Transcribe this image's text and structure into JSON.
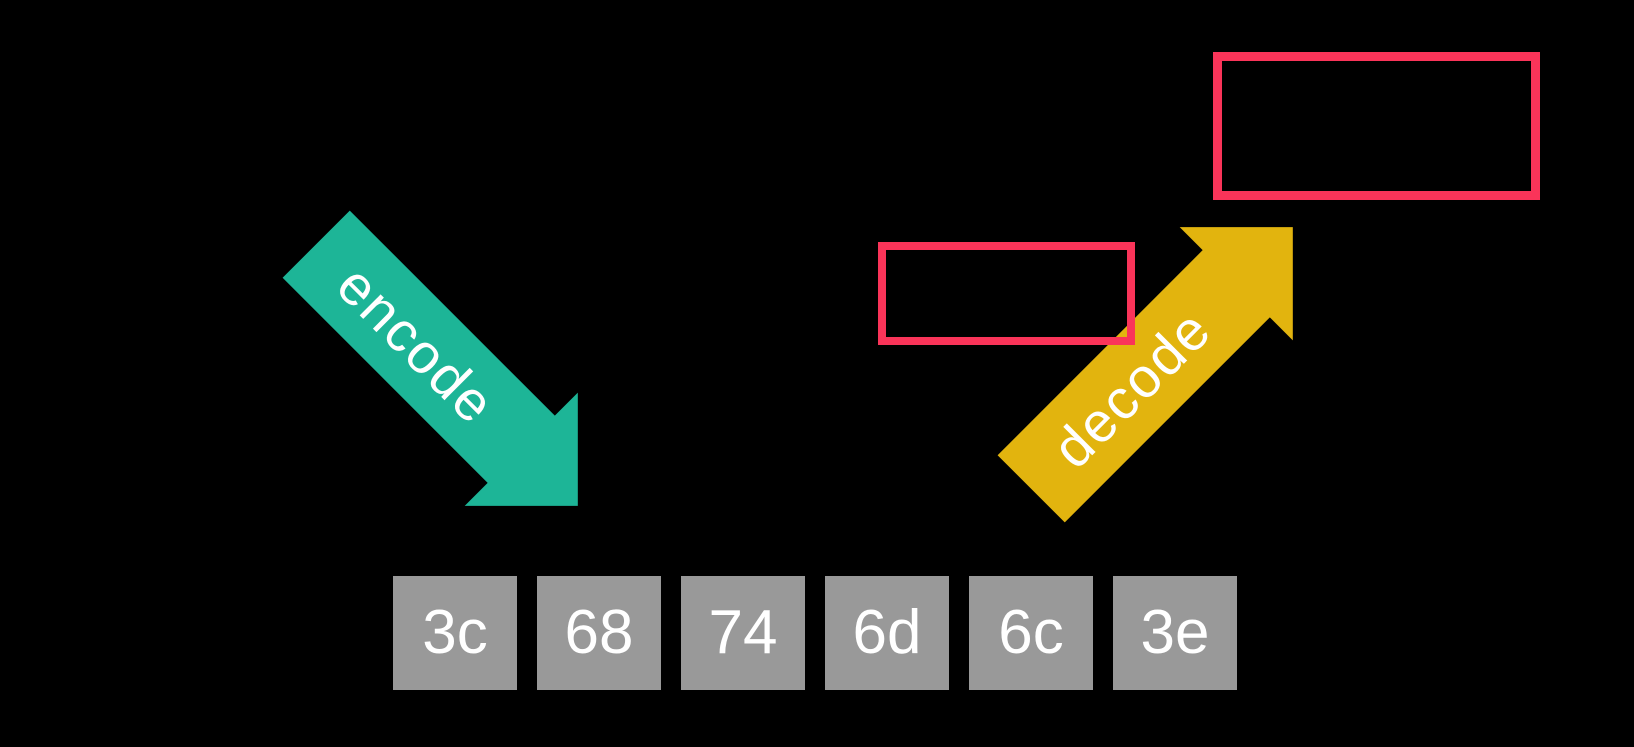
{
  "background": "#000000",
  "arrows": {
    "encode": {
      "label": "encode",
      "color": "#1db597"
    },
    "decode": {
      "label": "decode",
      "color": "#e2b40e"
    }
  },
  "placeholder_boxes": {
    "outline_color": "#fa3459"
  },
  "hex_bytes": [
    "3c",
    "68",
    "74",
    "6d",
    "6c",
    "3e"
  ],
  "hex_box_style": {
    "background": "#999999",
    "text_color": "#ffffff"
  }
}
